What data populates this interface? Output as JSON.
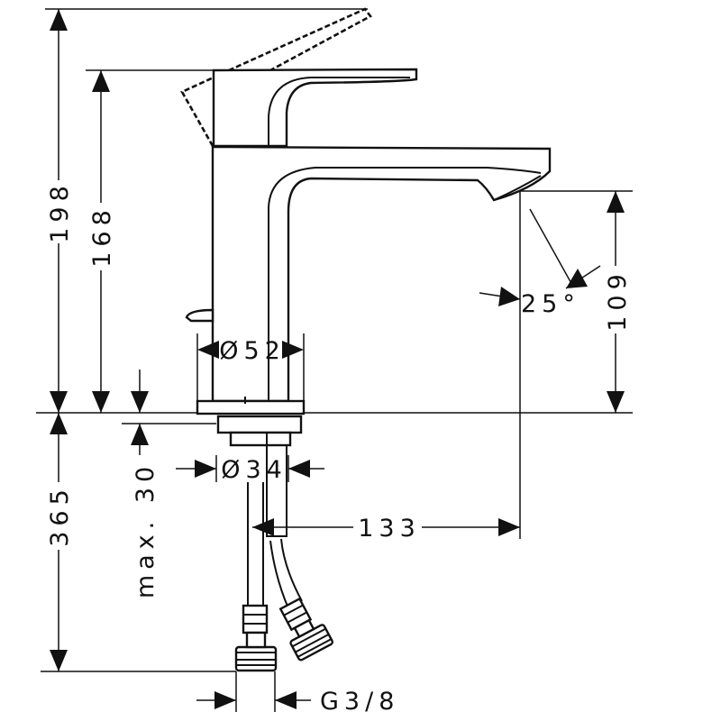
{
  "drawing": {
    "dimensions": {
      "overall_height": "198",
      "spout_height": "168",
      "outlet_height": "109",
      "base_diameter": "Ø52",
      "shank_diameter": "Ø34",
      "supply_length": "365",
      "max_counter_thickness": "max. 30",
      "spout_reach": "133",
      "connection_thread": "G3/8",
      "spray_angle": "25°"
    }
  }
}
